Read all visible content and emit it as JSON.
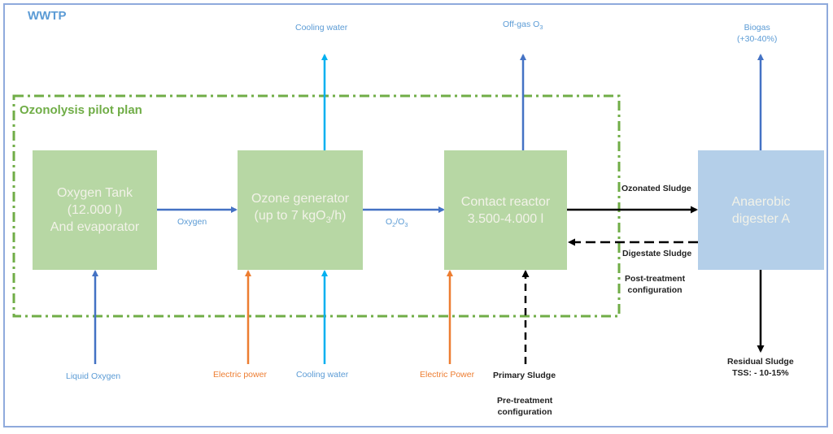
{
  "title": "WWTP",
  "pilot_plant": {
    "label": "Ozonolysis pilot plan"
  },
  "units": {
    "oxygen_tank": {
      "line1": "Oxygen Tank",
      "line2": "(12.000 l)",
      "line3": "And evaporator"
    },
    "ozone_generator": {
      "line1": "Ozone generator",
      "line2_pre": "(up to 7 kgO",
      "line2_sub": "3",
      "line2_post": "/h)"
    },
    "contact_reactor": {
      "line1": "Contact reactor",
      "line2": "3.500-4.000 l"
    },
    "anaerobic_digester": {
      "line1": "Anaerobic",
      "line2": "digester A"
    }
  },
  "flows": {
    "oxygen": "Oxygen",
    "o2_o3": {
      "a": "O",
      "a_sub": "2",
      "sep": "/O",
      "b_sub": "3"
    },
    "cooling_water_out": "Cooling water",
    "off_gas": {
      "text": "Off-gas O",
      "sub": "3"
    },
    "biogas": {
      "line1": "Biogas",
      "line2": "(+30-40%)"
    },
    "ozonated_sludge": "Ozonated Sludge",
    "digestate_sludge": "Digestate Sludge",
    "post_treatment": {
      "line1": "Post-treatment",
      "line2": "configuration"
    },
    "liquid_oxygen": "Liquid Oxygen",
    "electric_power_1": "Electric power",
    "cooling_water_in": "Cooling water",
    "electric_power_2": "Electric Power",
    "primary_sludge": "Primary Sludge",
    "pre_treatment": {
      "line1": "Pre-treatment",
      "line2": "configuration"
    },
    "residual_sludge": {
      "line1": "Residual Sludge",
      "line2": "TSS: - 10-15%"
    }
  },
  "colors": {
    "frame": "#8faadc",
    "pilot_border": "#70ad47",
    "unit_green": "#b7d7a4",
    "unit_blue": "#b4cfe9",
    "oxygen_flow": "#4472c4",
    "cooling_water_flow": "#00b0f0",
    "electric_flow": "#ed7d31",
    "sludge_flow": "#000000"
  }
}
